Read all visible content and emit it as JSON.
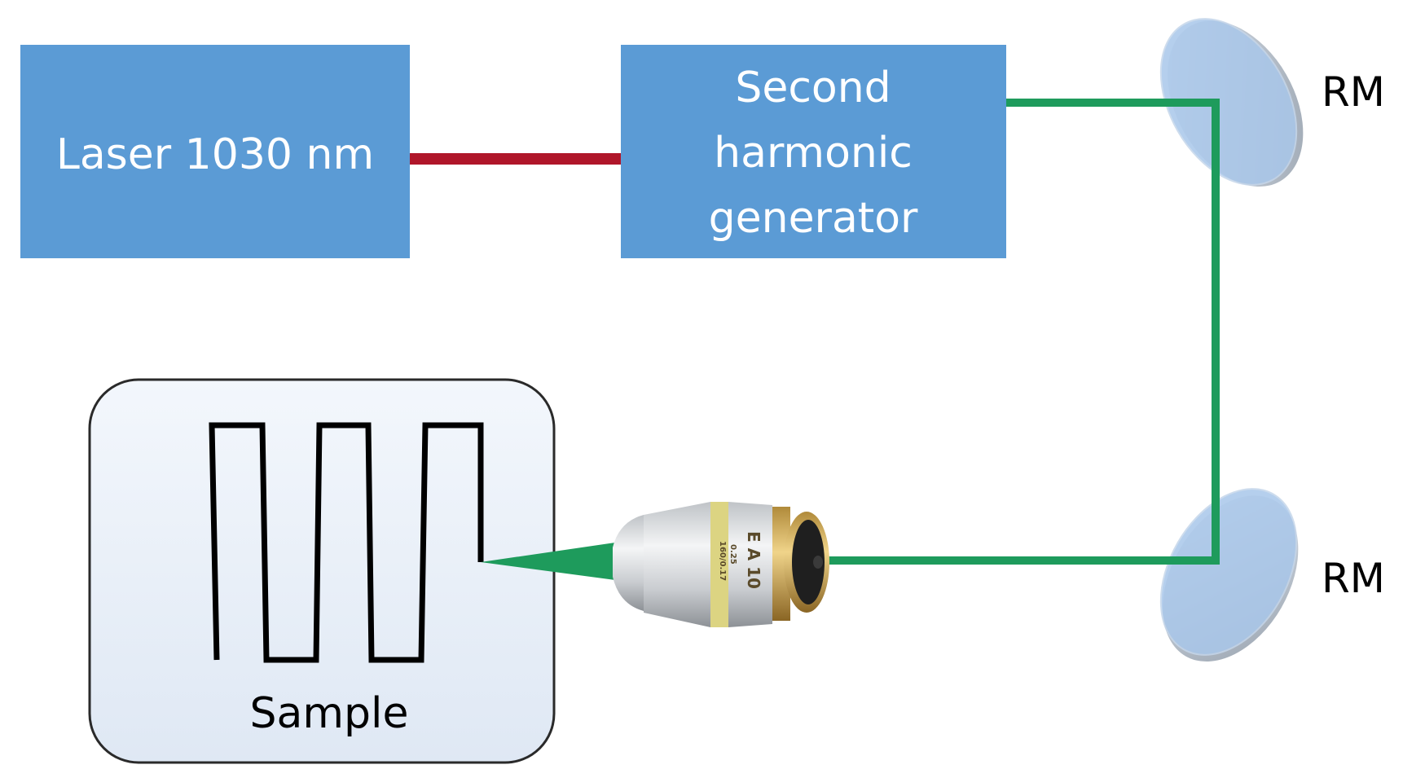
{
  "laser": {
    "label": "Laser 1030 nm"
  },
  "shg": {
    "lines": [
      "Second",
      "harmonic",
      "generator"
    ]
  },
  "mirrors": [
    {
      "label": "RM"
    },
    {
      "label": "RM"
    }
  ],
  "sample": {
    "label": "Sample"
  },
  "objective": {
    "engraving_main": "E A 10",
    "engraving_na": "0.25",
    "engraving_tube": "160/0.17"
  },
  "colors": {
    "box_fill": "#5b9bd5",
    "ir_beam": "#b0162a",
    "green_beam": "#1e9b5c",
    "sample_bg": "#e9f0f9",
    "mirror_fill": "#a9c7ea"
  }
}
